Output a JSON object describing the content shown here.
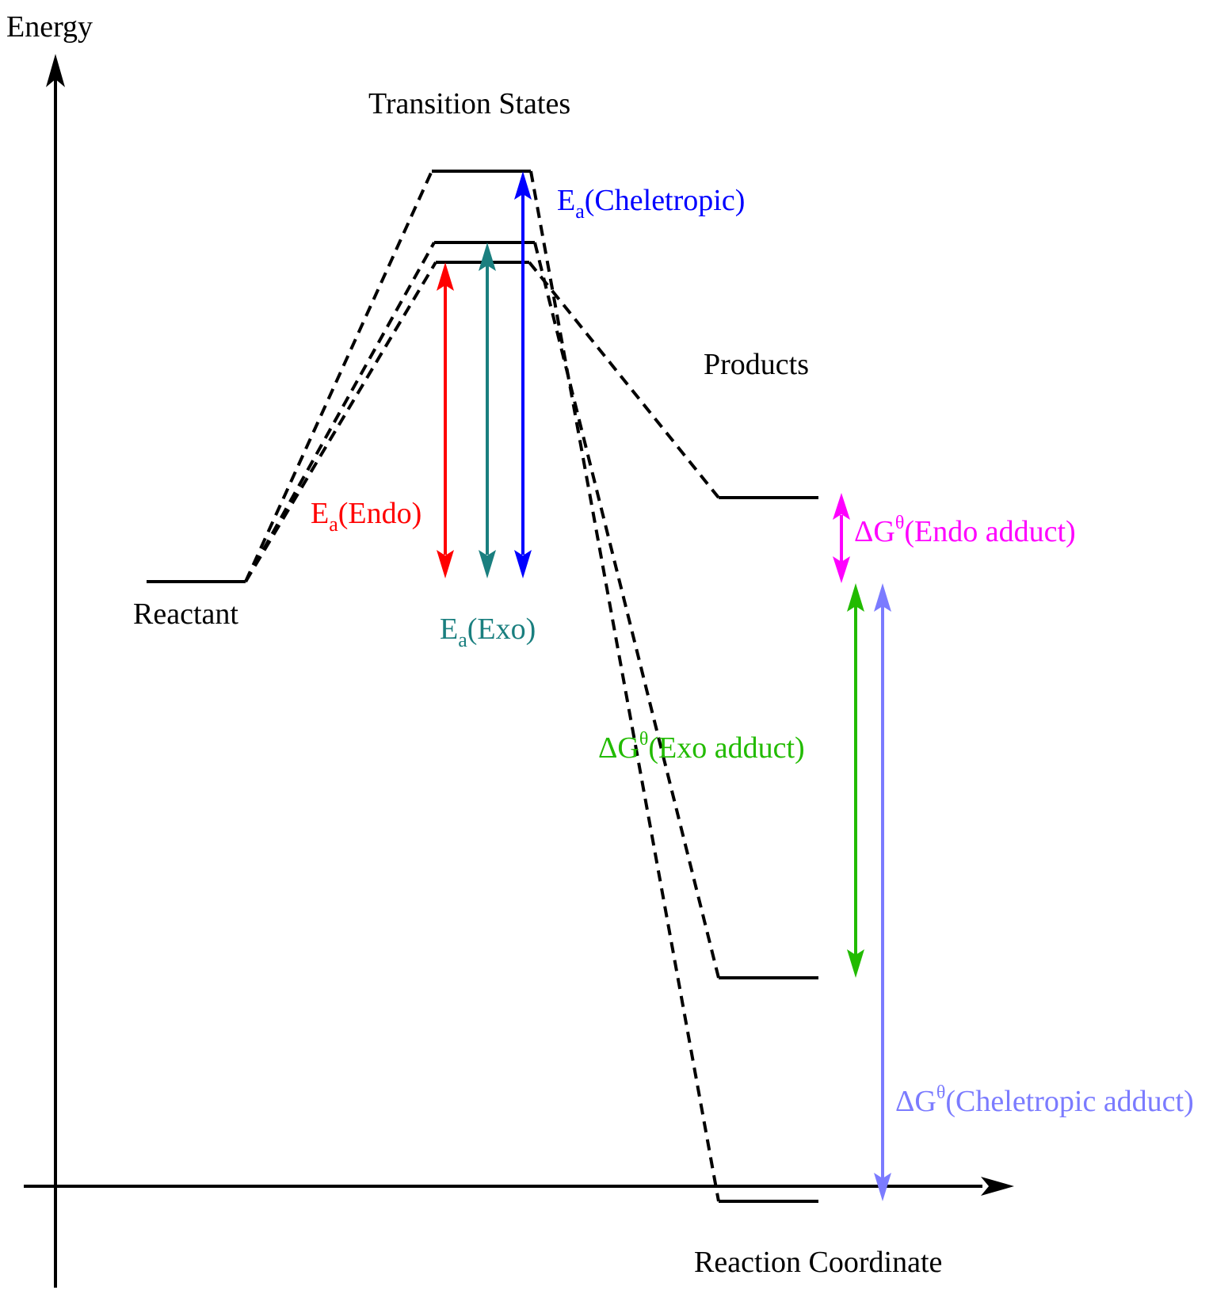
{
  "axes": {
    "y_label": "Energy",
    "x_label": "Reaction Coordinate"
  },
  "labels": {
    "transition_states": "Transition States",
    "products": "Products",
    "reactant": "Reactant"
  },
  "activation_energies": {
    "symbol": "E",
    "subscript": "a",
    "endo": {
      "text": "(Endo)",
      "color": "#ff0000"
    },
    "exo": {
      "text": "(Exo)",
      "color": "#1a7f7f"
    },
    "cheletropic": {
      "text": "(Cheletropic)",
      "color": "#0000ff"
    }
  },
  "free_energies": {
    "symbol": "ΔG",
    "superscript": "θ",
    "endo": {
      "text": "(Endo adduct)",
      "color": "#ff00ff"
    },
    "exo": {
      "text": "(Exo adduct)",
      "color": "#22bb00"
    },
    "cheletropic": {
      "text": "(Cheletropic adduct)",
      "color": "#7b7bff"
    }
  }
}
